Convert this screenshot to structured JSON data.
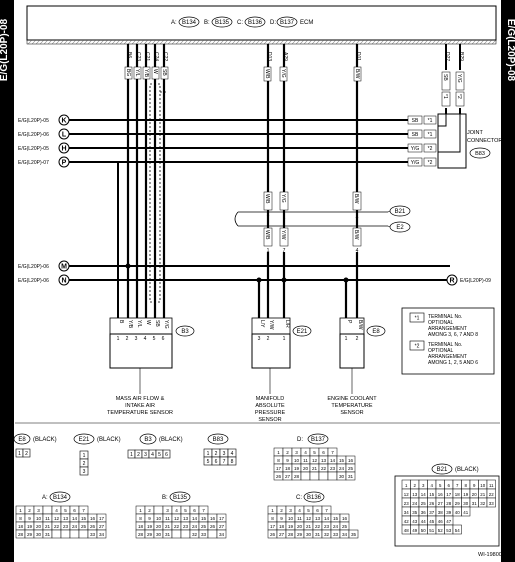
{
  "header": {
    "ecm_line": {
      "a_prefix": "A:",
      "a_conn": "B134",
      "b_prefix": "B:",
      "b_conn": "B135",
      "c_prefix": "C:",
      "c_conn": "B136",
      "d_prefix": "D:",
      "d_conn": "B137",
      "ecm": "ECM"
    },
    "side_tab": "E/G(L20P)-08"
  },
  "ecm_pins": {
    "p1": "B6",
    "p2": "C23",
    "p3": "C21",
    "p4": "C24",
    "p5": "C22",
    "p6": "D13",
    "p7": "A29",
    "p8": "D11",
    "p9": "D27",
    "p10": "B29"
  },
  "ecm_wires": {
    "p1": "BG",
    "p2": "Y/L",
    "p3": "Y/B",
    "p4": "W",
    "p5": "SB",
    "p6": "W/B",
    "p7": "Y/G",
    "p8": "B/W",
    "p9": "SB",
    "p10": "Y/G"
  },
  "refs_left": [
    {
      "text": "E/G(L20P)-05",
      "letter": "K"
    },
    {
      "text": "E/G(L20P)-06",
      "letter": "L"
    },
    {
      "text": "E/G(L20P)-05",
      "letter": "H"
    },
    {
      "text": "E/G(L20P)-07",
      "letter": "P"
    }
  ],
  "refs_left_lower": [
    {
      "text": "E/G(L20P)-06",
      "letter": "M"
    },
    {
      "text": "E/G(L20P)-06",
      "letter": "N"
    }
  ],
  "ref_right": {
    "letter": "R",
    "text": "E/G(L20P)-09"
  },
  "joint": {
    "wire_labels": [
      "SB",
      "SB",
      "Y/G",
      "Y/G"
    ],
    "star_labels": [
      "*1",
      "*1",
      "*2",
      "*2"
    ],
    "top_wires": [
      "SB",
      "Y/G"
    ],
    "top_stars": [
      "*1",
      "*2"
    ],
    "title_line1": "JOINT",
    "title_line2": "CONNECTOR",
    "conn": "B83"
  },
  "inline": {
    "b21": "B21",
    "e2": "E2",
    "upper_wires": [
      "W/B",
      "Y/G",
      "B/W"
    ],
    "lower_wires": [
      "W/B",
      "Y/W",
      "B/W"
    ],
    "lower_pins": [
      "1",
      "7",
      "4"
    ],
    "upper_pins": [
      "7",
      "1",
      "4"
    ]
  },
  "sensors": {
    "maf": {
      "conn": "B3",
      "pins": [
        "1",
        "2",
        "3",
        "4",
        "5",
        "6"
      ],
      "wires": [
        "B",
        "Y/B",
        "Y/L",
        "W",
        "SB",
        "Y/G"
      ],
      "name": [
        "MASS AIR FLOW &",
        "INTAKE AIR",
        "TEMPERATURE SENSOR"
      ]
    },
    "map": {
      "conn": "E21",
      "pins": [
        "3",
        "2",
        "1"
      ],
      "wires": [
        "L/Y",
        "Y/W",
        "L/R"
      ],
      "name": [
        "MANIFOLD",
        "ABSOLUTE",
        "PRESSURE",
        "SENSOR"
      ]
    },
    "ect": {
      "conn": "E8",
      "pins": [
        "1",
        "2"
      ],
      "wires": [
        "P",
        "B/W"
      ],
      "name": [
        "ENGINE COOLANT",
        "TEMPERATURE",
        "SENSOR"
      ]
    }
  },
  "legend": {
    "star1": "*1",
    "text1": [
      "TERMINAL No.",
      "OPTIONAL",
      "ARRANGEMENT",
      "AMONG 3, 6, 7 AND 8"
    ],
    "star2": "*2",
    "text2": [
      "TERMINAL No.",
      "OPTIONAL",
      "ARRANGEMENT",
      "AMONG 1, 2, 5 AND 6"
    ]
  },
  "connectors": {
    "e8": {
      "id": "E8",
      "color": "(BLACK)",
      "pins": [
        "1",
        "2"
      ]
    },
    "e21": {
      "id": "E21",
      "color": "(BLACK)",
      "pins": [
        "1",
        "2",
        "3"
      ]
    },
    "b3": {
      "id": "B3",
      "color": "(BLACK)",
      "pins": [
        "1",
        "2",
        "3",
        "4",
        "5",
        "6"
      ]
    },
    "b83": {
      "id": "B83",
      "pins": [
        "1",
        "2",
        "3",
        "4",
        "5",
        "6",
        "7",
        "8"
      ]
    },
    "d": {
      "prefix": "D:",
      "id": "B137",
      "rows": [
        [
          "1",
          "2",
          "3",
          "4",
          "5",
          "6",
          "7"
        ],
        [
          "8",
          "9",
          "10",
          "11",
          "12",
          "13",
          "14",
          "15",
          "16"
        ],
        [
          "17",
          "18",
          "19",
          "20",
          "21",
          "22",
          "23",
          "24",
          "25"
        ],
        [
          "26",
          "27",
          "28",
          "",
          "",
          "",
          "",
          "30",
          "31"
        ]
      ]
    },
    "a": {
      "prefix": "A:",
      "id": "B134",
      "rows": [
        [
          "1",
          "2",
          "3",
          "",
          "4",
          "5",
          "6",
          "7"
        ],
        [
          "8",
          "9",
          "10",
          "11",
          "12",
          "13",
          "14",
          "15",
          "16",
          "17"
        ],
        [
          "18",
          "19",
          "20",
          "21",
          "22",
          "23",
          "24",
          "25",
          "26",
          "27"
        ],
        [
          "28",
          "29",
          "30",
          "31",
          "",
          "",
          "",
          "",
          "33",
          "34"
        ]
      ]
    },
    "b": {
      "prefix": "B:",
      "id": "B135",
      "rows": [
        [
          "1",
          "2",
          "",
          "3",
          "4",
          "5",
          "6",
          "7"
        ],
        [
          "8",
          "9",
          "10",
          "11",
          "12",
          "13",
          "14",
          "15",
          "16",
          "17"
        ],
        [
          "18",
          "19",
          "20",
          "21",
          "22",
          "23",
          "24",
          "25",
          "26",
          "27"
        ],
        [
          "28",
          "29",
          "30",
          "31",
          "",
          "",
          "32",
          "33",
          "",
          "34"
        ]
      ]
    },
    "c": {
      "prefix": "C:",
      "id": "B136",
      "rows": [
        [
          "1",
          "2",
          "3",
          "4",
          "5",
          "6",
          "7"
        ],
        [
          "8",
          "9",
          "10",
          "11",
          "12",
          "13",
          "14",
          "15",
          "16"
        ],
        [
          "17",
          "18",
          "19",
          "20",
          "21",
          "22",
          "23",
          "24",
          "25"
        ],
        [
          "26",
          "27",
          "28",
          "29",
          "30",
          "31",
          "32",
          "33",
          "34",
          "35"
        ]
      ]
    },
    "b21": {
      "id": "B21",
      "color": "(BLACK)",
      "rows": [
        [
          "1",
          "2",
          "3",
          "4",
          "5",
          "6",
          "7",
          "8",
          "9",
          "10",
          "11"
        ],
        [
          "12",
          "13",
          "14",
          "15",
          "16",
          "17",
          "18",
          "19",
          "20",
          "21",
          "22"
        ],
        [
          "23",
          "24",
          "25",
          "26",
          "27",
          "28",
          "29",
          "30",
          "31",
          "32",
          "33"
        ],
        [
          "34",
          "35",
          "36",
          "37",
          "38",
          "39",
          "40",
          "41"
        ],
        [
          "42",
          "43",
          "44",
          "45",
          "46",
          "47"
        ],
        [
          "48",
          "49",
          "50",
          "51",
          "52",
          "53",
          "54"
        ]
      ]
    }
  },
  "footer": {
    "code": "WI-19800"
  }
}
